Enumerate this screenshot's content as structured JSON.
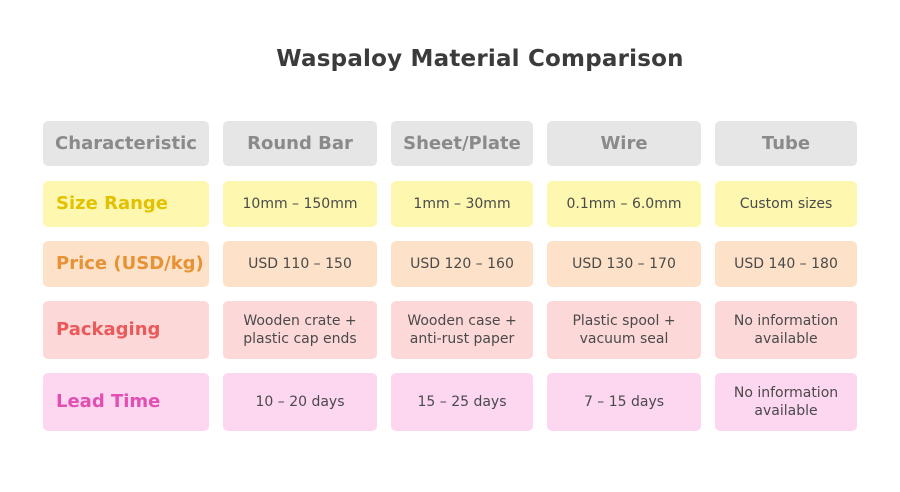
{
  "title": "Waspaloy Material Comparison",
  "headers": [
    "Characteristic",
    "Round Bar",
    "Sheet/Plate",
    "Wire",
    "Tube"
  ],
  "rows": [
    {
      "label": "Size Range",
      "values": [
        "10mm – 150mm",
        "1mm – 30mm",
        "0.1mm – 6.0mm",
        "Custom sizes"
      ]
    },
    {
      "label": "Price (USD/kg)",
      "values": [
        "USD 110 – 150",
        "USD 120 – 160",
        "USD 130 – 170",
        "USD 140 – 180"
      ]
    },
    {
      "label": "Packaging",
      "values": [
        "Wooden crate +\nplastic cap ends",
        "Wooden case +\nanti-rust paper",
        "Plastic spool +\nvacuum seal",
        "No information\navailable"
      ]
    },
    {
      "label": "Lead Time",
      "values": [
        "10 – 20 days",
        "15 – 25 days",
        "7 – 15 days",
        "No information\navailable"
      ]
    }
  ],
  "colors": {
    "header_bg": "#e6e6e6",
    "size_range": "#fdf7b0",
    "price": "#fde1c8",
    "packaging": "#fdd8d8",
    "lead_time": "#fdd6f0"
  }
}
